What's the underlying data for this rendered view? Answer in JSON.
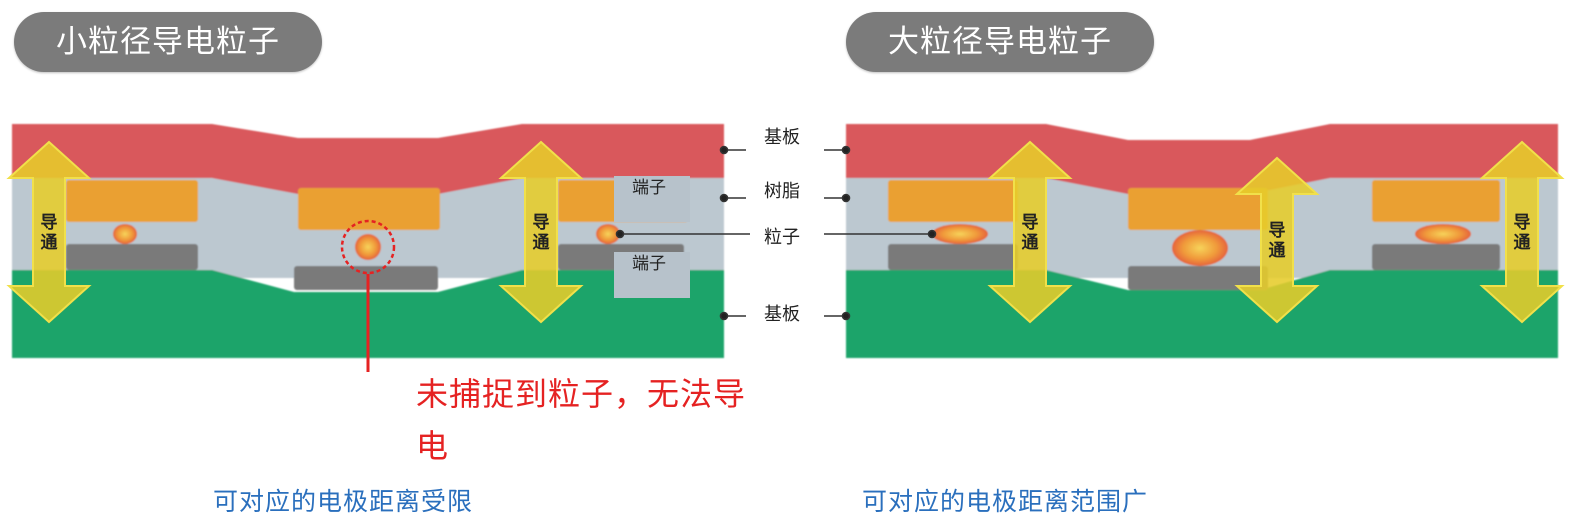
{
  "left": {
    "title": "小粒径导电粒子",
    "note": "未捕捉到粒子，无法导电",
    "caption": "可对应的电极距离受限"
  },
  "right": {
    "title": "大粒径导电粒子",
    "caption": "可对应的电极距离范围广"
  },
  "labels": {
    "substrate_top": "基板",
    "resin": "树脂",
    "particle": "粒子",
    "substrate_bottom": "基板",
    "terminal_top": "端子",
    "terminal_bottom": "端子"
  },
  "conduct": "导通",
  "conduct_chars": [
    "导",
    "通"
  ],
  "colors": {
    "substrate_top": "#d9585c",
    "substrate_bottom": "#1fa46b",
    "resin": "#bcc8d0",
    "terminal_top": "#eaa032",
    "terminal_bottom": "#7a7a7a",
    "arrow": "#e6cc2a",
    "note": "#e52222",
    "caption": "#2a6fbd",
    "pill": "#7b7b7b"
  }
}
